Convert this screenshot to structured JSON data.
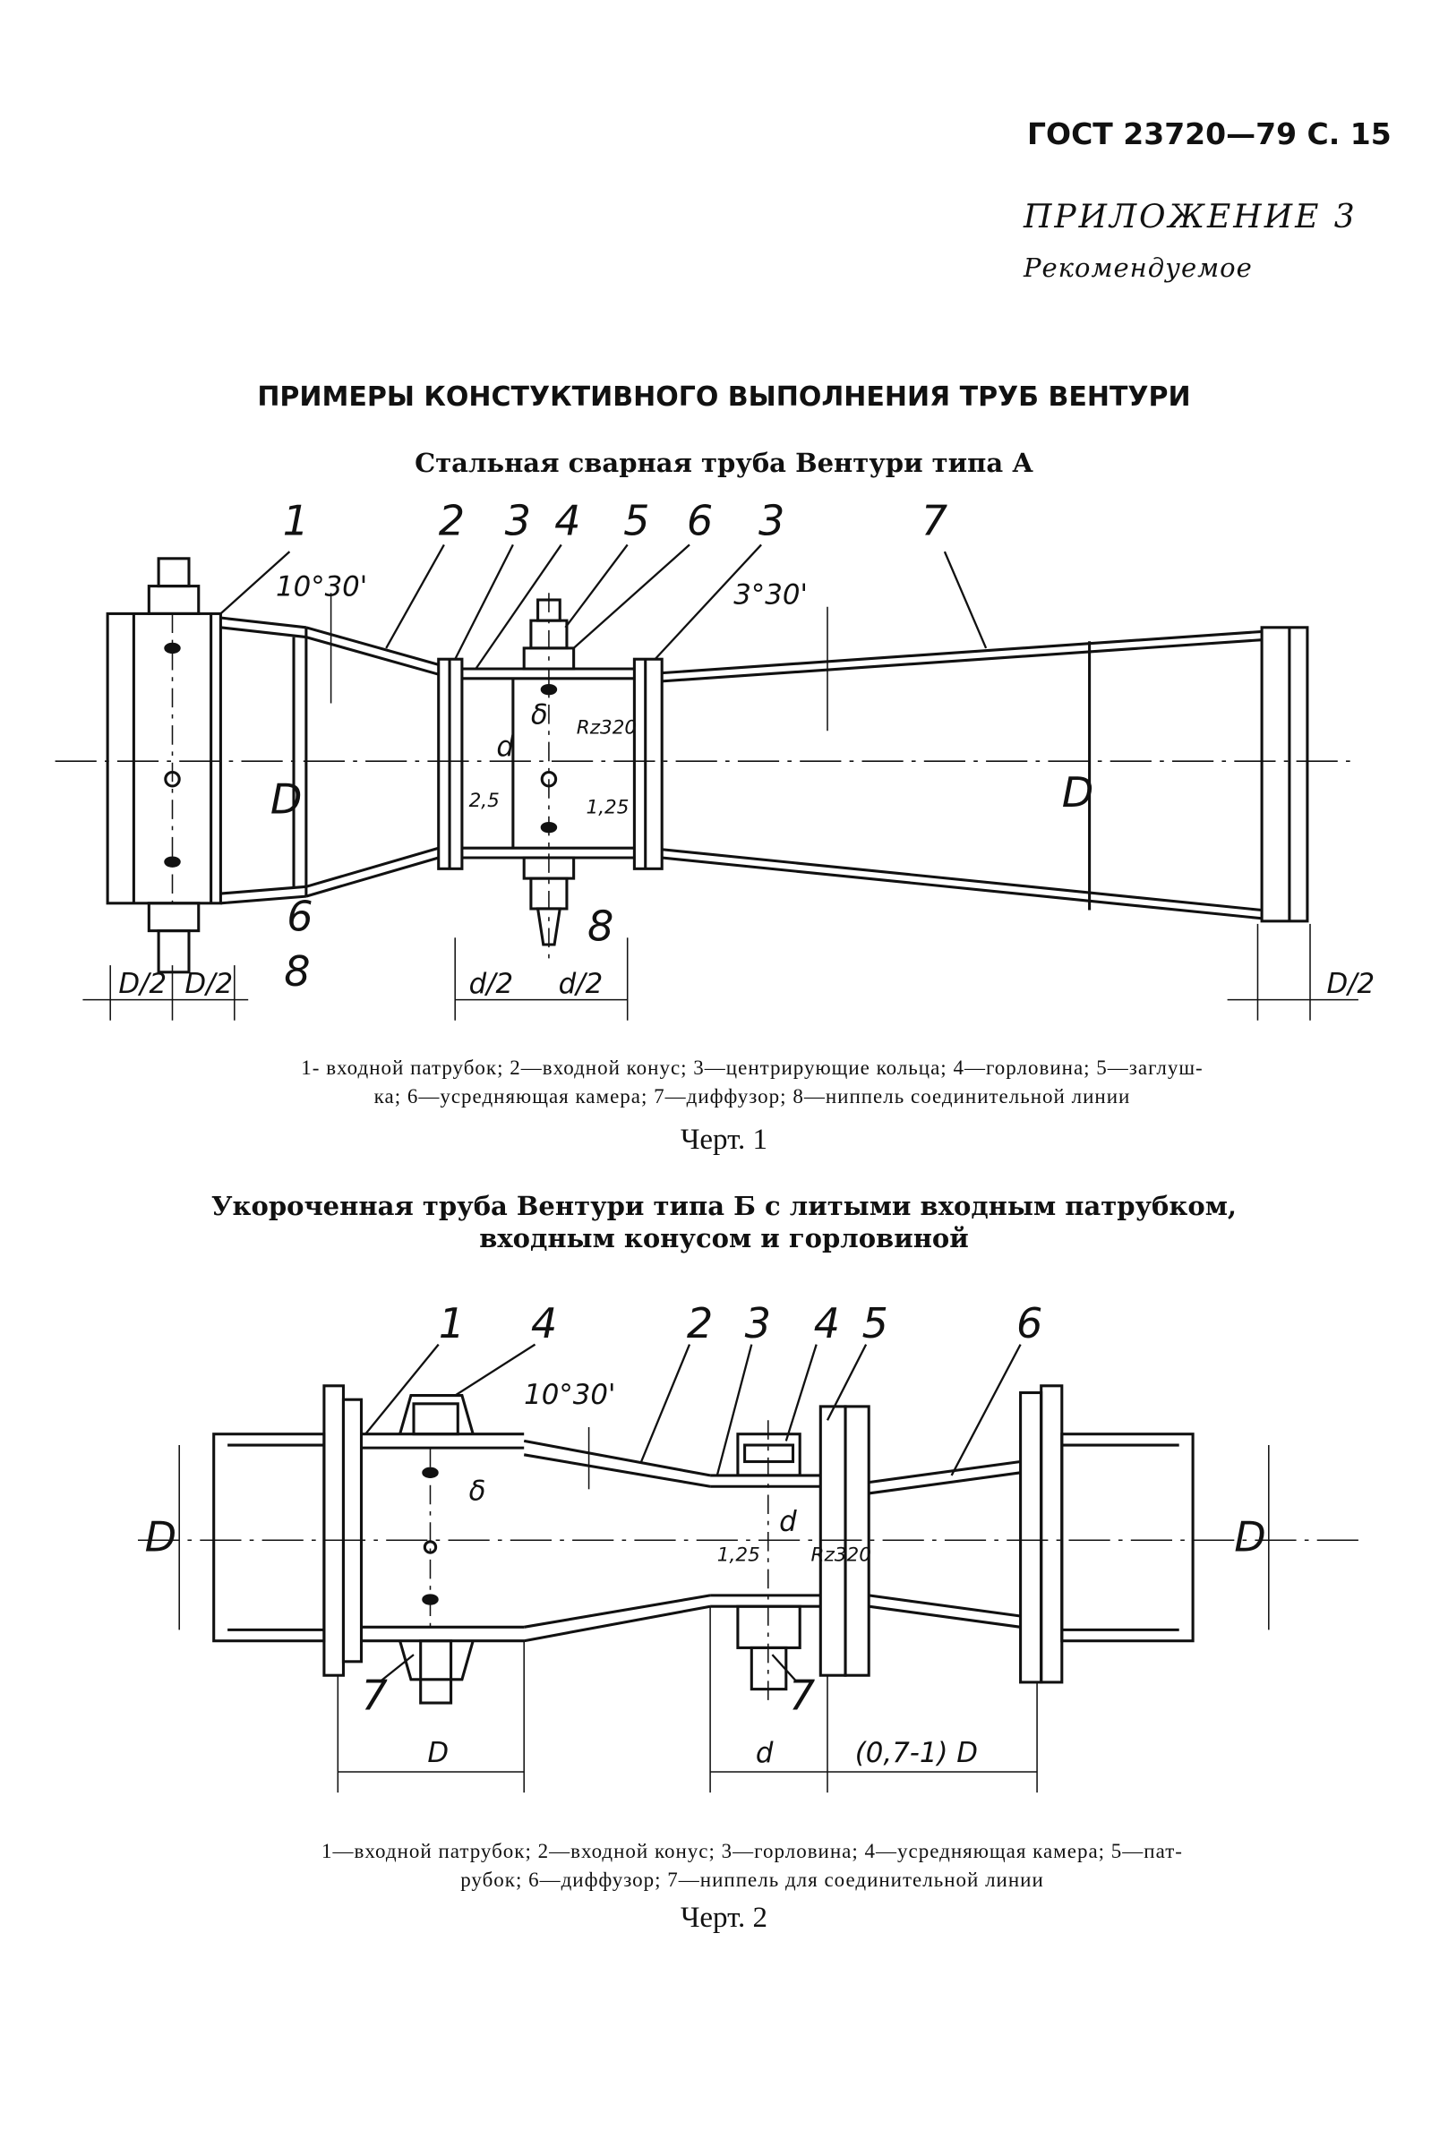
{
  "header": {
    "standard": "ГОСТ 23720—79 С. 15",
    "appendix": "ПРИЛОЖЕНИЕ 3",
    "status": "Рекомендуемое"
  },
  "title": "ПРИМЕРЫ КОНСТУКТИВНОГО ВЫПОЛНЕНИЯ ТРУБ ВЕНТУРИ",
  "figure1": {
    "subtitle": "Стальная сварная труба Вентури типа А",
    "labels": {
      "p1": "1",
      "p2": "2",
      "p3a": "3",
      "p4": "4",
      "p5": "5",
      "p6": "6",
      "p3b": "3",
      "p7": "7",
      "angle_in": "10°30'",
      "angle_out": "3°30'",
      "rz": "Rz320",
      "d": "d",
      "delta": "δ",
      "D_left": "D",
      "D_right": "D",
      "t25": "2,5",
      "t125": "1,25",
      "p6b": "6",
      "p8a": "8",
      "p8b": "8",
      "dim_D2a": "D/2",
      "dim_D2b": "D/2",
      "dim_d2a": "d/2",
      "dim_d2b": "d/2",
      "dim_D2c": "D/2"
    },
    "caption_line1": "1- входной патрубок; 2—входной конус; 3—центрирующие кольца; 4—горловина; 5—заглуш-",
    "caption_line2": "ка; 6—усредняющая камера; 7—диффузор; 8—ниппель соединительной линии",
    "chert": "Черт. 1"
  },
  "figure2": {
    "subtitle_line1": "Укороченная труба Вентури типа Б с литыми входным патрубком,",
    "subtitle_line2": "входным конусом и горловиной",
    "labels": {
      "p1": "1",
      "p4a": "4",
      "p2": "2",
      "p3": "3",
      "p4b": "4",
      "p5": "5",
      "p6": "6",
      "angle": "10°30'",
      "D_left": "D",
      "delta": "δ",
      "d": "d",
      "t125": "1,25",
      "rz": "Rz320",
      "D_right": "D",
      "p7a": "7",
      "p7b": "7",
      "dim_D": "D",
      "dim_d": "d",
      "dim_range": "(0,7-1) D"
    },
    "caption_line1": "1—входной патрубок; 2—входной конус; 3—горловина; 4—усредняющая камера; 5—пат-",
    "caption_line2": "рубок; 6—диффузор; 7—ниппель для соединительной линии",
    "chert": "Черт. 2"
  }
}
